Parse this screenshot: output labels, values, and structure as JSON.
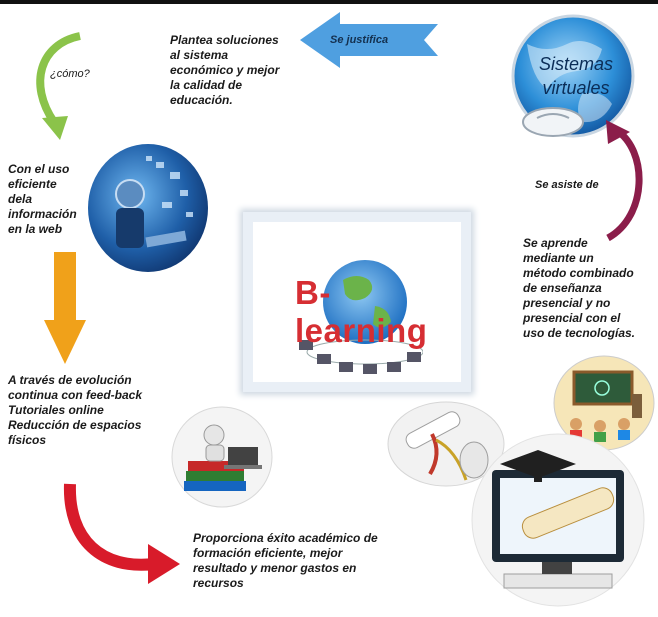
{
  "center": {
    "title": "B-learning"
  },
  "globe_top_right": {
    "line1": "Sistemas",
    "line2": "virtuales"
  },
  "arrow_justifica": {
    "label": "Se justifica"
  },
  "texts": {
    "plantea": [
      "Plantea soluciones",
      "al sistema",
      "económico y mejor",
      "la calidad de",
      "educación."
    ],
    "como": "¿cómo?",
    "con_uso": [
      "Con el uso",
      "eficiente",
      "dela",
      "información",
      "en la web"
    ],
    "se_asiste": "Se asiste de",
    "se_aprende": [
      "Se aprende",
      "mediante un",
      "método combinado",
      "de enseñanza",
      "presencial y no",
      "presencial con el",
      "uso de tecnologías."
    ],
    "a_traves": [
      "A través de evolución",
      "continua con feed-back",
      "Tutoriales online",
      "Reducción de espacios",
      "físicos"
    ],
    "proporciona": [
      "Proporciona éxito académico de",
      "formación eficiente, mejor",
      "resultado y menor gastos en",
      "recursos"
    ]
  },
  "colors": {
    "justifica_arrow": "#4f9fe0",
    "green_arrow": "#8bc34a",
    "orange_arrow": "#f0a11a",
    "red_arrow": "#d81b2a",
    "maroon_arrow": "#8b1d4a",
    "title_red": "#d62e33"
  }
}
